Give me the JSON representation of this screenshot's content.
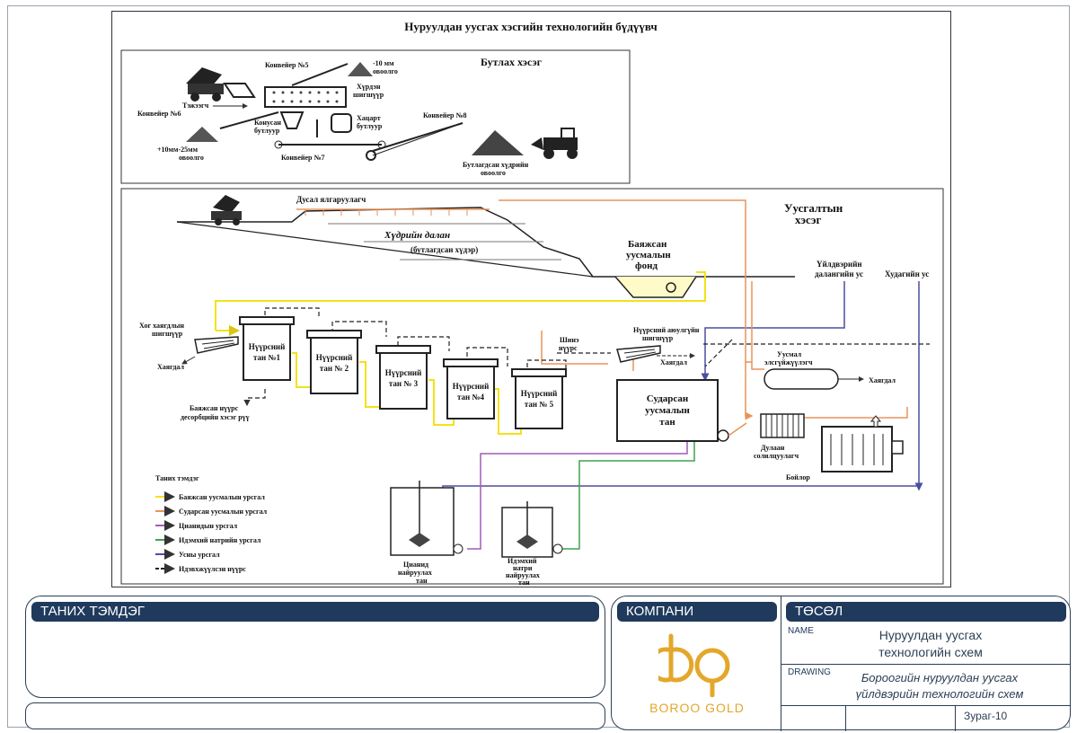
{
  "diagram": {
    "title": "Нуруулдан уусгах хэсгийн технологийн бүдүүвч",
    "crushing": {
      "section_label": "Бутлах хэсэг",
      "conveyor5": "Конвейер №5",
      "pile_10": [
        "-10 мм",
        "овоолго"
      ],
      "loader": "Тэжээгч",
      "screen": [
        "Хүрдэн",
        "шигшүүр"
      ],
      "conveyor6": "Конвейер №6",
      "cone_crusher": [
        "Конусан",
        "бутлуур"
      ],
      "jaw_crusher": [
        "Хацарт",
        "бутлуур"
      ],
      "pile_10_25": [
        "+10мм-25мм",
        "овоолго"
      ],
      "conveyor7": "Конвейер №7",
      "conveyor8": "Конвейер №8",
      "crushed_pile": [
        "Бутлагдсан хүдрийн",
        "овоолго"
      ]
    },
    "leaching": {
      "section_label": [
        "Уусгалтын",
        "хэсэг"
      ],
      "drip": "Дусал ялгаруулагч",
      "heap": "Хүдрийн далан",
      "heap_sub": "(бутлагдсан хүдэр)",
      "pregnant_pond": [
        "Баяжсан",
        "уусмалын",
        "фонд"
      ],
      "process_water": [
        "Үйлдвэрийн",
        "далангийн ус"
      ],
      "well_water": "Худагийн ус",
      "carbon_screen": [
        "Хог хаягдлын",
        "шигшүүр"
      ],
      "waste1": "Хаягдал",
      "loaded_carbon": [
        "Баяжсан нүүрс",
        "десорбцийн хэсэг рүү"
      ],
      "tanks": [
        "Нүүрсний",
        "тан №1",
        "Нүүрсний",
        "тан № 2",
        "Нүүрсний",
        "тан № 3",
        "Нүүрсний",
        "тан №4",
        "Нүүрсний",
        "тан № 5"
      ],
      "new_carbon": [
        "Шинэ",
        "нүүрс"
      ],
      "safety_screen": [
        "Нүүрсний аюулгүйн",
        "шигшүүр"
      ],
      "waste2": "Хаягдал",
      "barren_tank": [
        "Сударсан",
        "уусмалын",
        "тан"
      ],
      "clarifier": [
        "Уусмал",
        "элсгүйжүүлэгч"
      ],
      "waste3": "Хаягдал",
      "heat_exchanger": [
        "Дулаан",
        "солилцуулагч"
      ],
      "boiler": "Бойлор",
      "cyanide_tank": [
        "Цианид",
        "найруулах",
        "тан"
      ],
      "naoh_tank": [
        "Идэмхий",
        "натри",
        "найруулах",
        "тан"
      ]
    },
    "legend": {
      "title": "Таних тэмдэг",
      "items": [
        {
          "label": "Баяжсан уусмалын урсгал",
          "color": "#f2e21a",
          "style": "solid"
        },
        {
          "label": "Сударсан уусмалын урсгал",
          "color": "#e8935a",
          "style": "solid"
        },
        {
          "label": "Цианидын урсгал",
          "color": "#a35ab8",
          "style": "solid"
        },
        {
          "label": "Идэмхий натрийн урсгал",
          "color": "#3fa34d",
          "style": "solid"
        },
        {
          "label": "Усны урсгал",
          "color": "#4a4f9e",
          "style": "solid"
        },
        {
          "label": "Идэвхжүүлсэн нүүрс",
          "color": "#222222",
          "style": "dashed"
        }
      ]
    }
  },
  "title_block": {
    "legend_header": "ТАНИХ ТЭМДЭГ",
    "company_header": "КОМПАНИ",
    "company_name": "BOROO GOLD",
    "company_color": "#e3a72a",
    "project_header": "ТӨСӨЛ",
    "name_label": "NAME",
    "name_value": [
      "Нуруулдан уусгах",
      "технологийн схем"
    ],
    "drawing_label": "DRAWING",
    "drawing_value": [
      "Бороогийн нуруулдан уусгах",
      "үйлдвэрийн технологийн схем"
    ],
    "sheet": "Зураг-10"
  }
}
